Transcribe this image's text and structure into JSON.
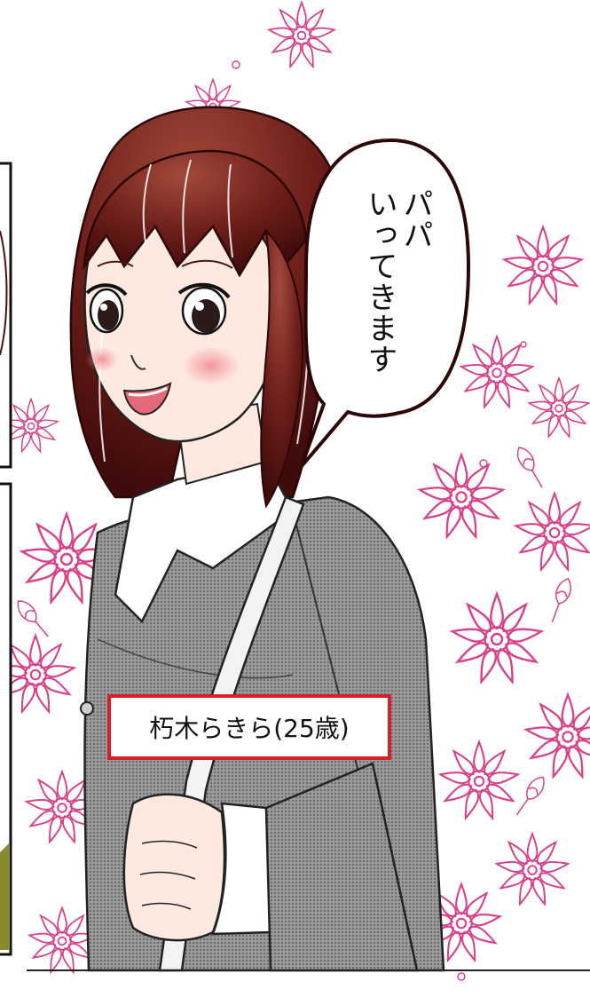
{
  "speech_bubble": {
    "line1": "パパ",
    "line2": "いってきます"
  },
  "caption": {
    "text": "朽木らきら(25歳)"
  },
  "colors": {
    "hair": "#7a2a22",
    "jacket": "#8f8f8f",
    "flower_line": "#d9408a",
    "caption_border": "#d51f2a",
    "skin": "#fde9df",
    "blush": "#f4a3a6"
  }
}
